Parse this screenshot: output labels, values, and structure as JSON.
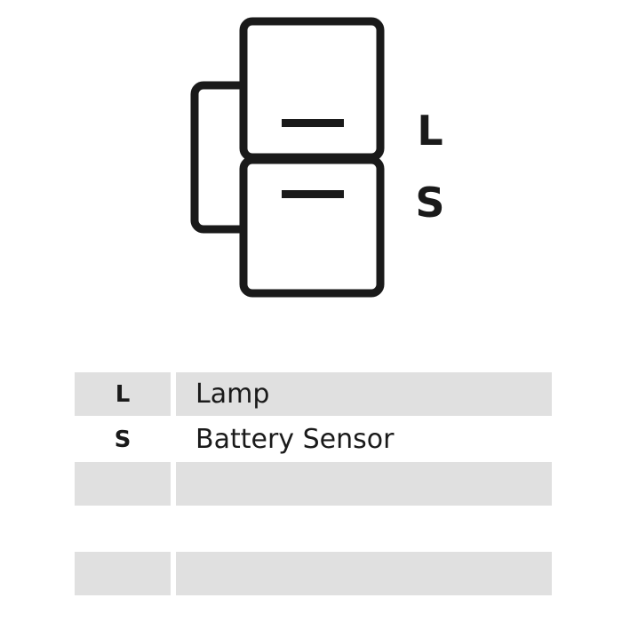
{
  "connector": {
    "pins": [
      {
        "letter": "L"
      },
      {
        "letter": "S"
      }
    ]
  },
  "legend": {
    "rows": [
      {
        "code": "L",
        "description": "Lamp"
      },
      {
        "code": "S",
        "description": "Battery Sensor"
      },
      {
        "code": "",
        "description": ""
      },
      {
        "code": "",
        "description": ""
      },
      {
        "code": "",
        "description": ""
      }
    ]
  },
  "colors": {
    "stroke": "#1a1a1a",
    "row_shade": "#e0e0e0",
    "background": "#ffffff"
  }
}
